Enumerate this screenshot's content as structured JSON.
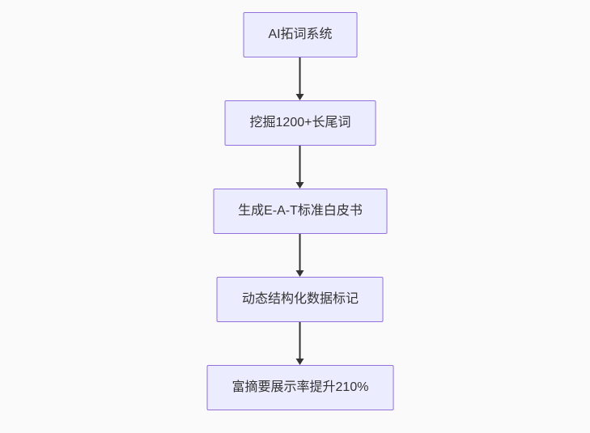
{
  "diagram": {
    "type": "flowchart",
    "direction": "top-down",
    "theme": {
      "canvas_bg": "#FAFAFA",
      "node_fill": "#ECECFF",
      "node_border": "#9370DB",
      "text_color": "#333333",
      "arrow_color": "#333333"
    },
    "nodes": [
      {
        "id": "A",
        "label": "AI拓词系统"
      },
      {
        "id": "B",
        "label": "挖掘1200+长尾词"
      },
      {
        "id": "C",
        "label": "生成E-A-T标准白皮书"
      },
      {
        "id": "D",
        "label": "动态结构化数据标记"
      },
      {
        "id": "E",
        "label": "富摘要展示率提升210%"
      }
    ],
    "edges": [
      {
        "from": "A",
        "to": "B",
        "style": "arrow-down"
      },
      {
        "from": "B",
        "to": "C",
        "style": "arrow-down"
      },
      {
        "from": "C",
        "to": "D",
        "style": "arrow-down"
      },
      {
        "from": "D",
        "to": "E",
        "style": "arrow-down"
      }
    ]
  }
}
